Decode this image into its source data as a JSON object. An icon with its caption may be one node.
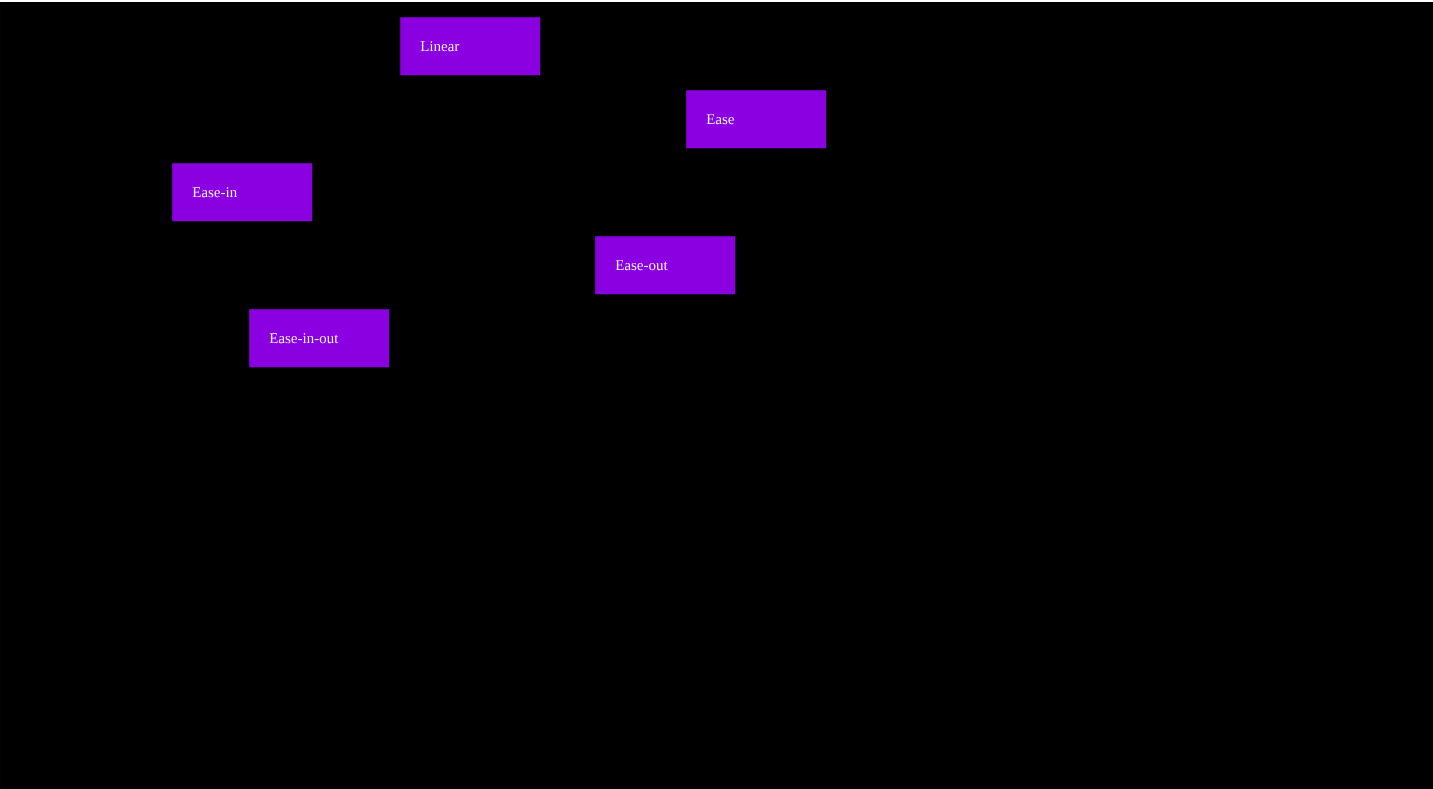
{
  "diagram": {
    "nodes": [
      {
        "text": [
          "Linear"
        ]
      },
      {
        "text": [
          "Ease"
        ]
      },
      {
        "text": [
          "Ease-in"
        ]
      },
      {
        "text": [
          "Ease-out"
        ]
      },
      {
        "text": [
          "Ease-in-out"
        ]
      }
    ]
  }
}
